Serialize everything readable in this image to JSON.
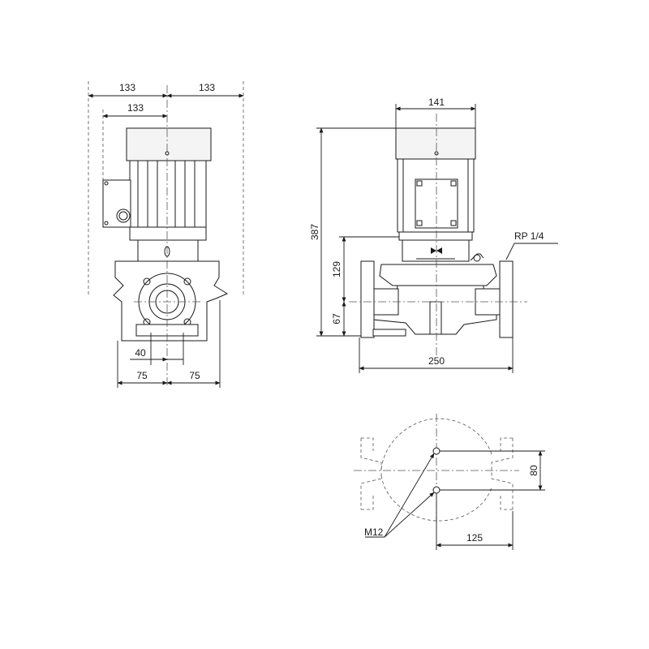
{
  "views": {
    "front": {
      "dimensions": {
        "top_left": "133",
        "top_right": "133",
        "top_inner": "133",
        "port": "40",
        "bottom_left": "75",
        "bottom_right": "75"
      }
    },
    "side": {
      "dimensions": {
        "motor_width": "141",
        "total_height": "387",
        "flange_to_port": "129",
        "base_to_port": "67",
        "flange_length": "250"
      },
      "callout": "RP 1/4"
    },
    "base": {
      "dimensions": {
        "bolt_spacing": "80",
        "bolt_offset": "125"
      },
      "callout": "M12"
    }
  }
}
